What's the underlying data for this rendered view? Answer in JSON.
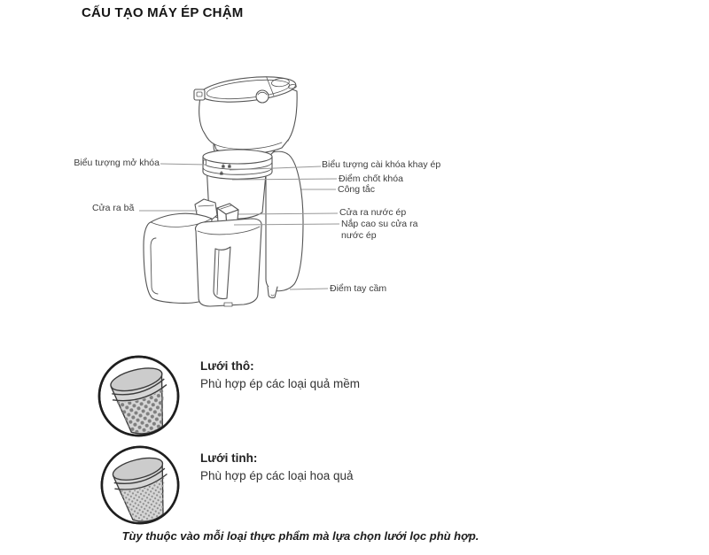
{
  "title": "CẤU TẠO MÁY ÉP CHẬM",
  "diagram": {
    "labels": {
      "unlock_symbol": "Biểu tượng mở khóa",
      "pulp_outlet": "Cửa ra bã",
      "tray_lock_symbol": "Biểu tượng cài khóa khay ép",
      "lock_pin": "Điểm chốt khóa",
      "power_switch": "Công tắc",
      "juice_outlet": "Cửa ra nước ép",
      "juice_outlet_rubber_cap": "Nắp cao su cửa ra nước ép",
      "handle_point": "Điểm tay cầm"
    },
    "icons": [
      "unlock-icon",
      "lock-icon",
      "lock-icon"
    ]
  },
  "strainers": [
    {
      "name": "Lưới thô:",
      "description": "Phù hợp ép các loại quả mềm"
    },
    {
      "name": "Lưới tinh:",
      "description": "Phù hợp ép các loại hoa quả"
    }
  ],
  "footer_note": "Tùy thuộc vào mỗi loại thực phẩm mà lựa chọn lưới lọc phù hợp.",
  "colors": {
    "page_background": "#ffffff",
    "title_text": "#151515",
    "label_text": "#3d3d3d",
    "line_art_stroke": "#555555",
    "callout_line": "#989898",
    "strainer_fill": "#d6d6d6",
    "strainer_cap_fill": "#cccccc",
    "strainer_dots_coarse": "#7f7f7f",
    "strainer_dots_fine": "#8f8f8f",
    "circle_outline": "#1f1f1f"
  }
}
